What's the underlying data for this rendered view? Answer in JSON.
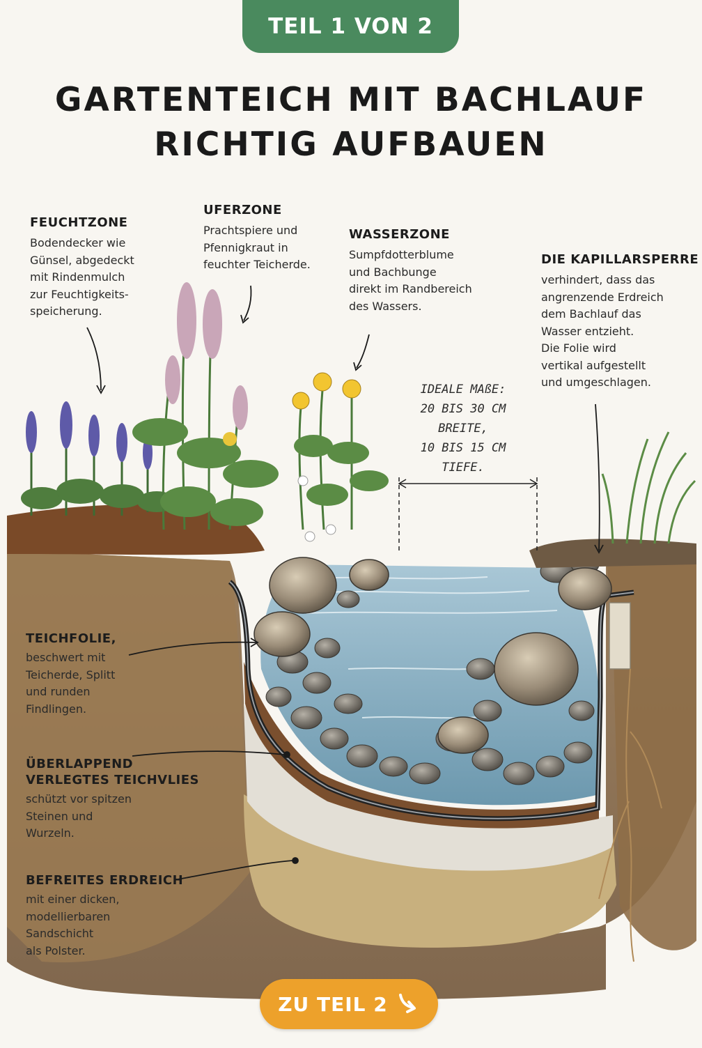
{
  "header": {
    "badge": "TEIL 1 VON 2",
    "title_line1": "GARTENTEICH MIT BACHLAUF",
    "title_line2": "RICHTIG AUFBAUEN"
  },
  "labels": {
    "feuchtzone": {
      "title": "FEUCHTZONE",
      "text": "Bodendecker wie\nGünsel, abgedeckt\nmit Rindenmulch\nzur Feuchtigkeits-\nspeicherung."
    },
    "uferzone": {
      "title": "UFERZONE",
      "text": "Prachtspiere und\nPfennigkraut in\nfeuchter Teicherde."
    },
    "wasserzone": {
      "title": "WASSERZONE",
      "text": "Sumpfdotterblume\nund Bachbunge\ndirekt im Randbereich\ndes Wassers."
    },
    "kapillarsperre": {
      "title": "DIE KAPILLARSPERRE",
      "text": "verhindert, dass das\nangrenzende Erdreich\ndem Bachlauf das\nWasser entzieht.\nDie Folie wird\nvertikal aufgestellt\nund umgeschlagen."
    },
    "teichfolie": {
      "title": "TEICHFOLIE,",
      "text": "beschwert mit\nTeicherde, Splitt\nund runden\nFindlingen."
    },
    "teichvlies": {
      "title_line1": "ÜBERLAPPEND",
      "title_line2": "VERLEGTES TEICHVLIES",
      "text": "schützt vor spitzen\nSteinen und\nWurzeln."
    },
    "erdreich": {
      "title": "BEFREITES ERDREICH",
      "text": "mit einer dicken,\nmodellierbaren\nSandschicht\nals Polster."
    }
  },
  "measure_note": "IDEALE MAßE:\n20 BIS 30 CM\nBREITE,\n10 BIS 15 CM\nTIEFE.",
  "cta": {
    "label": "ZU TEIL 2",
    "icon": "arrow-down-right-icon"
  },
  "colors": {
    "badge_green": "#4a8a5e",
    "cta_orange": "#eda12b",
    "water": "#7fa9bf",
    "soil": "#8a6a45",
    "sand": "#c8b07e"
  }
}
